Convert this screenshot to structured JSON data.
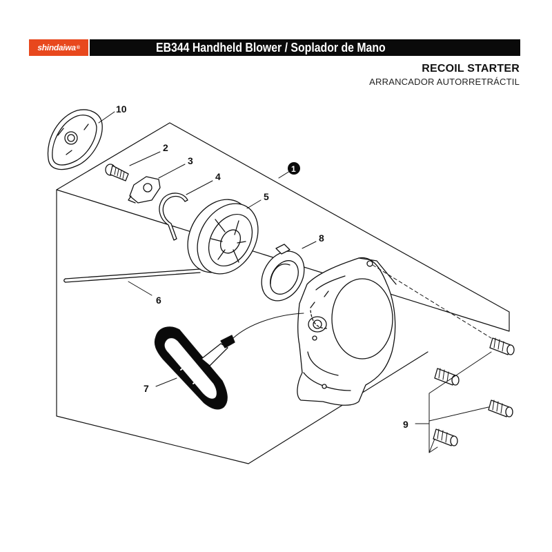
{
  "header": {
    "brand": "shindaiwa",
    "brand_mark": "®",
    "title": "EB344 Handheld Blower / Soplador de Mano",
    "brand_color": "#e8481d",
    "bar_color": "#0a0a0a"
  },
  "section": {
    "title_en": "RECOIL STARTER",
    "title_es": "ARRANCADOR AUTORRETRÁCTIL"
  },
  "callouts": {
    "c1": "1",
    "c2": "2",
    "c3": "3",
    "c4": "4",
    "c5": "5",
    "c6": "6",
    "c7": "7",
    "c8": "8",
    "c9": "9",
    "c10": "10"
  }
}
